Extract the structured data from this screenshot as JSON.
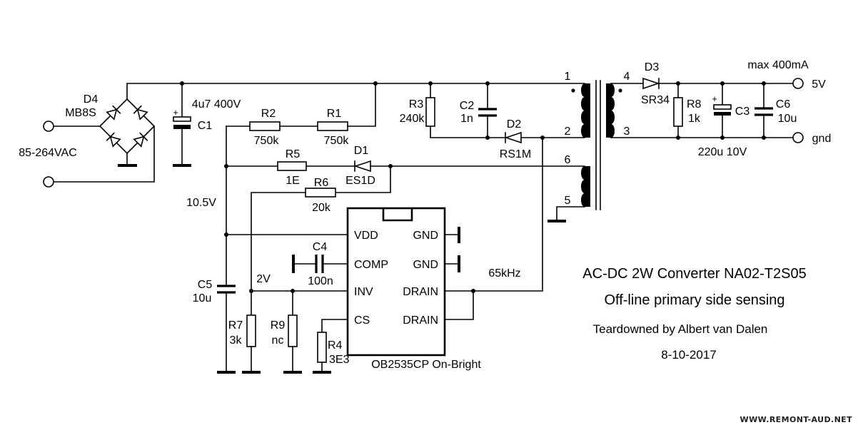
{
  "colors": {
    "background": "#ffffff",
    "line": "#000000"
  },
  "input": {
    "voltage": "85-264VAC"
  },
  "components": {
    "d4": {
      "ref": "D4",
      "value": "MB8S"
    },
    "c1": {
      "ref": "C1",
      "value": "4u7 400V",
      "polarity": "+"
    },
    "r2": {
      "ref": "R2",
      "value": "750k"
    },
    "r1": {
      "ref": "R1",
      "value": "750k"
    },
    "r5": {
      "ref": "R5",
      "value": "1E"
    },
    "d1": {
      "ref": "D1",
      "value": "ES1D"
    },
    "r6": {
      "ref": "R6",
      "value": "20k"
    },
    "c5": {
      "ref": "C5",
      "value": "10u"
    },
    "c4": {
      "ref": "C4",
      "value": "100n"
    },
    "r7": {
      "ref": "R7",
      "value": "3k"
    },
    "r9": {
      "ref": "R9",
      "value": "nc"
    },
    "r4": {
      "ref": "R4",
      "value": "3E3"
    },
    "r3": {
      "ref": "R3",
      "value": "240k"
    },
    "c2": {
      "ref": "C2",
      "value": "1n"
    },
    "d2": {
      "ref": "D2",
      "value": "RS1M"
    },
    "d3": {
      "ref": "D3",
      "value": "SR34"
    },
    "r8": {
      "ref": "R8",
      "value": "1k"
    },
    "c3": {
      "ref": "C3",
      "value": "220u 10V",
      "polarity": "+"
    },
    "c6": {
      "ref": "C6",
      "value": "10u"
    }
  },
  "transformer": {
    "pins": {
      "p1": "1",
      "p2": "2",
      "p3": "3",
      "p4": "4",
      "p5": "5",
      "p6": "6"
    }
  },
  "ic": {
    "name": "OB2535CP On-Bright",
    "pins": {
      "vdd": "VDD",
      "comp": "COMP",
      "inv": "INV",
      "cs": "CS",
      "gnd_1": "GND",
      "gnd_2": "GND",
      "drain_1": "DRAIN",
      "drain_2": "DRAIN"
    }
  },
  "annotations": {
    "vdd_voltage": "10.5V",
    "inv_voltage": "2V",
    "frequency": "65kHz"
  },
  "output": {
    "max_current": "max 400mA",
    "positive": "5V",
    "ground": "gnd"
  },
  "title_block": {
    "title": "AC-DC 2W Converter NA02-T2S05",
    "subtitle": "Off-line primary side sensing",
    "author": "Teardowned by Albert van Dalen",
    "date": "8-10-2017"
  },
  "watermark": "WWW.REMONT-AUD.NET"
}
